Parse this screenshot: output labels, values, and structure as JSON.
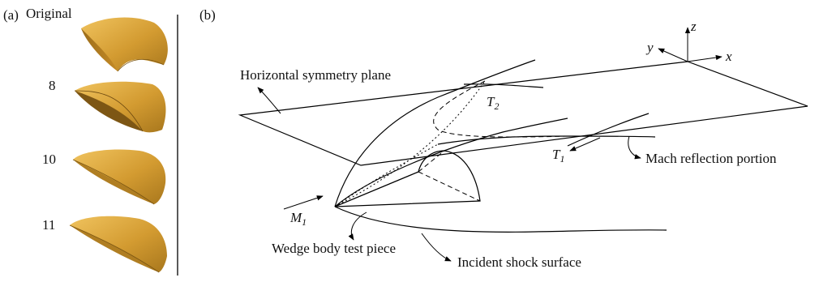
{
  "panel_a": {
    "label": "(a)",
    "variants": [
      {
        "label": "Original"
      },
      {
        "label": "8"
      },
      {
        "label": "10"
      },
      {
        "label": "11"
      }
    ],
    "colors": {
      "body_light": "#e4b04a",
      "body_mid": "#c8922a",
      "body_dark": "#8f6517"
    }
  },
  "panel_b": {
    "label": "(b)",
    "axes": {
      "x": "x",
      "y": "y",
      "z": "z"
    },
    "labels": {
      "symmetry_plane": "Horizontal symmetry plane",
      "mach_reflection": "Mach reflection portion",
      "test_piece": "Wedge body test piece",
      "shock_surface": "Incident shock surface",
      "t2_main": "T",
      "t2_sub": "2",
      "t1_main": "T",
      "t1_sub": "1",
      "m1_main": "M",
      "m1_sub": "1"
    }
  }
}
